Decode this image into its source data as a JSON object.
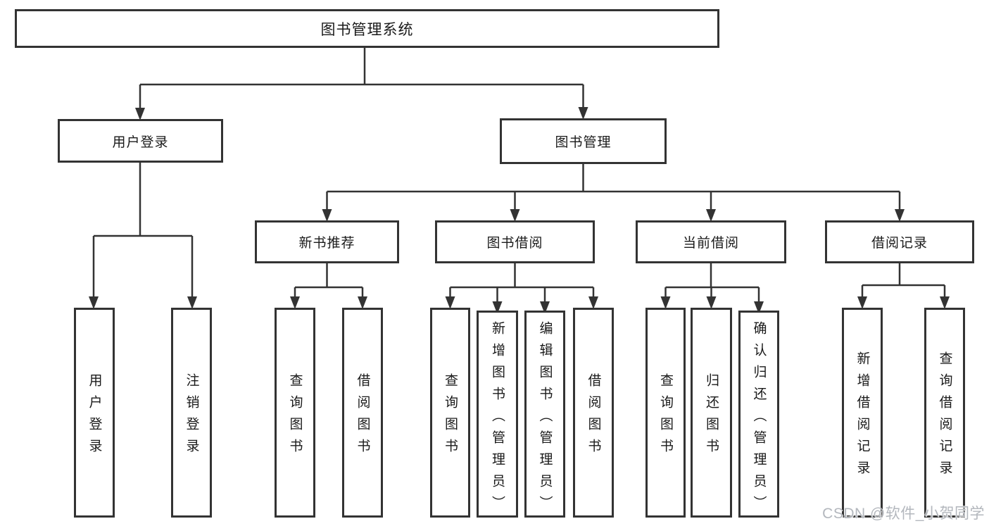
{
  "diagram": {
    "root": {
      "label": "图书管理系统"
    },
    "branches": [
      {
        "label": "用户登录",
        "children": [
          {
            "label": "用户登录"
          },
          {
            "label": "注销登录"
          }
        ]
      },
      {
        "label": "图书管理",
        "children": [
          {
            "label": "新书推荐",
            "children": [
              {
                "label": "查询图书"
              },
              {
                "label": "借阅图书"
              }
            ]
          },
          {
            "label": "图书借阅",
            "children": [
              {
                "label": "查询图书"
              },
              {
                "label": "新增图书（管理员）"
              },
              {
                "label": "编辑图书（管理员）"
              },
              {
                "label": "借阅图书"
              }
            ]
          },
          {
            "label": "当前借阅",
            "children": [
              {
                "label": "查询图书"
              },
              {
                "label": "归还图书"
              },
              {
                "label": "确认归还（管理员）"
              }
            ]
          },
          {
            "label": "借阅记录",
            "children": [
              {
                "label": "新增借阅记录"
              },
              {
                "label": "查询借阅记录"
              }
            ]
          }
        ]
      }
    ]
  },
  "watermark": {
    "text": "CSDN @软件_小贺同学"
  },
  "colors": {
    "connector": "#333333",
    "box_border": "#333333",
    "text": "#1a1a1a",
    "watermark": "#b3b7bd",
    "background": "#ffffff"
  }
}
